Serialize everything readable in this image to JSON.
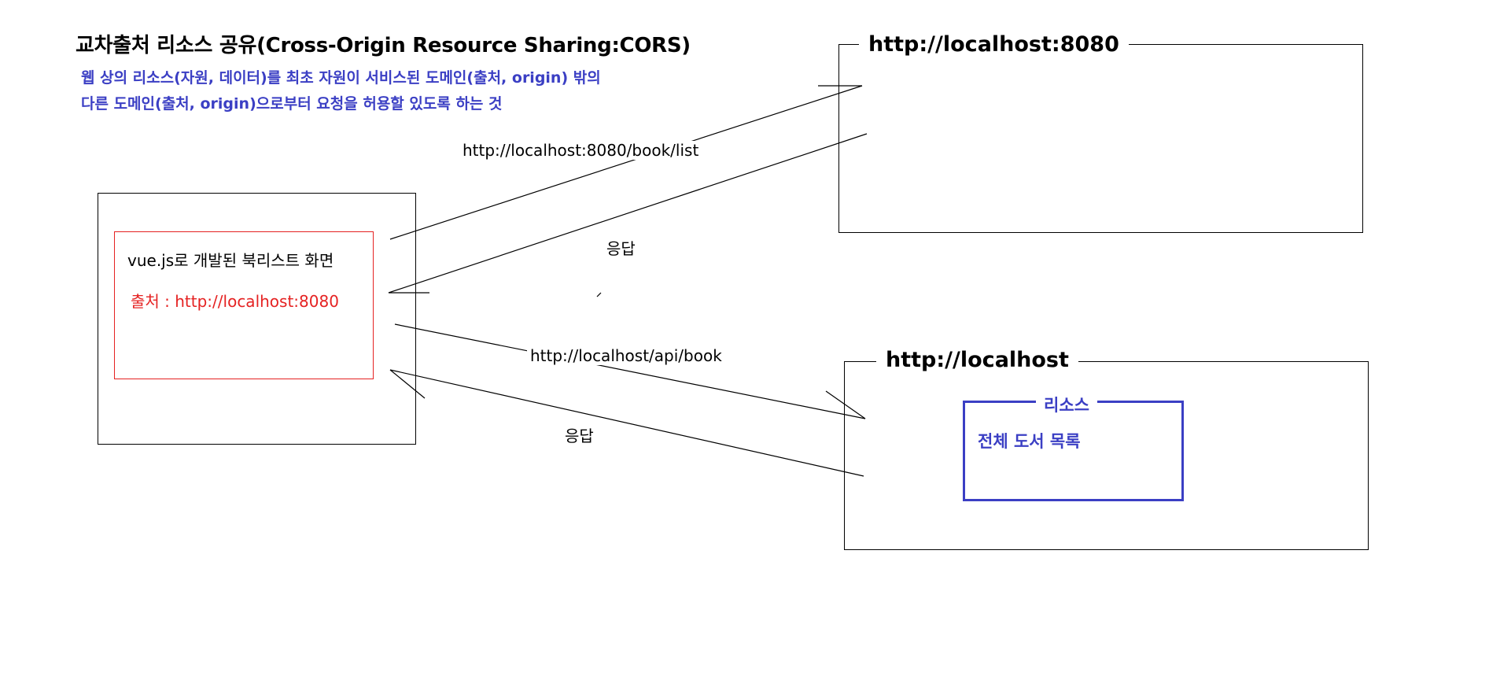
{
  "title": "교차출처 리소스 공유(Cross-Origin Resource Sharing:CORS)",
  "description": {
    "line1": "웹 상의 리소스(자원, 데이터)를 최초 자원이 서비스된 도메인(출처, origin) 밖의",
    "line2": "다른 도메인(출처, origin)으로부터 요청을 허용할 있도록 하는 것"
  },
  "client": {
    "screen_label": "vue.js로 개발된 북리스트 화면",
    "origin_label": "출처 : http://localhost:8080"
  },
  "server_8080": {
    "label": "http://localhost:8080"
  },
  "server_api": {
    "label": "http://localhost",
    "resource_title": "리소스",
    "resource_item": "전체 도서 목록"
  },
  "arrows": {
    "request_8080": "http://localhost:8080/book/list",
    "response_8080": "응답",
    "request_api": "http://localhost/api/book",
    "response_api": "응답"
  },
  "colors": {
    "blue": "#3b3fc4",
    "red": "#e52222",
    "black": "#000000"
  }
}
